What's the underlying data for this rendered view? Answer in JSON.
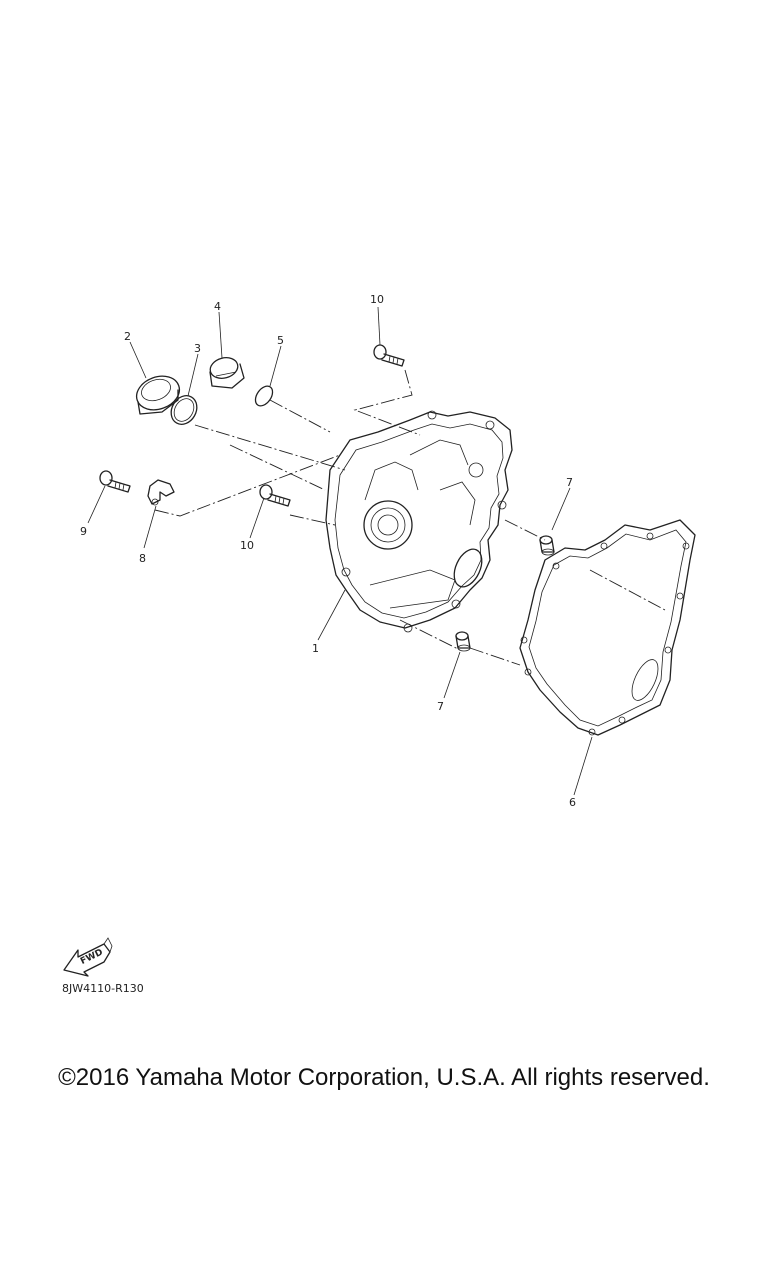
{
  "diagram": {
    "callouts": [
      "1",
      "2",
      "3",
      "4",
      "5",
      "6",
      "7",
      "7",
      "8",
      "9",
      "10",
      "10"
    ],
    "fwd_label": "FWD",
    "ref_code": "8JW4110-R130"
  },
  "footer": {
    "copyright": "©2016 Yamaha Motor Corporation, U.S.A. All rights reserved."
  }
}
